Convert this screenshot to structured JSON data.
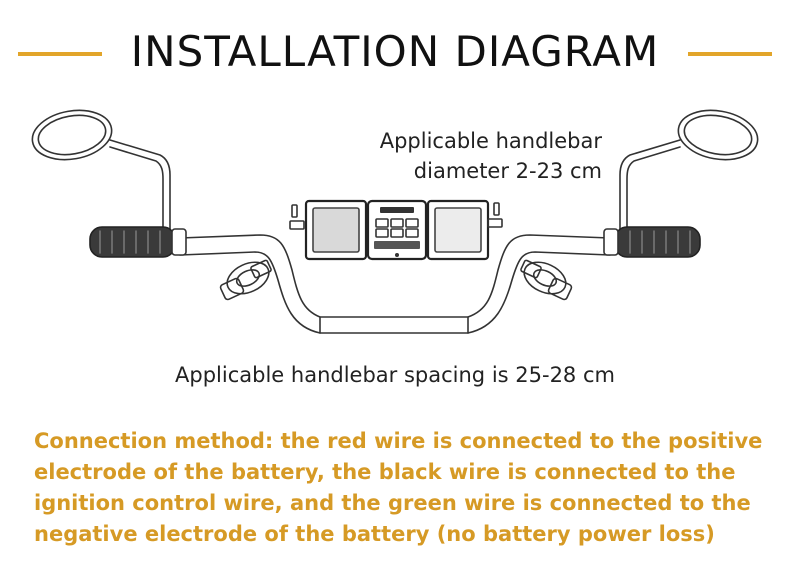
{
  "title": "INSTALLATION DIAGRAM",
  "diameter_label": {
    "line1": "Applicable handlebar",
    "line2": "diameter 2-23 cm"
  },
  "spacing_label": "Applicable handlebar spacing is 25-28 cm",
  "connection_note": {
    "line1": "Connection method: the red wire is connected to the positive",
    "line2": "electrode of the battery, the black wire is connected to the",
    "line3": "ignition control wire, and the green wire is connected to the",
    "line4": "negative electrode of the battery (no battery power loss)"
  },
  "colors": {
    "accent": "#e2a52a",
    "note_text": "#d69a25",
    "line_art": "#333333"
  },
  "icons": [
    "handlebar-drawing",
    "mirror-icon",
    "grip-icon",
    "clamp-icon",
    "display-unit-icon"
  ]
}
